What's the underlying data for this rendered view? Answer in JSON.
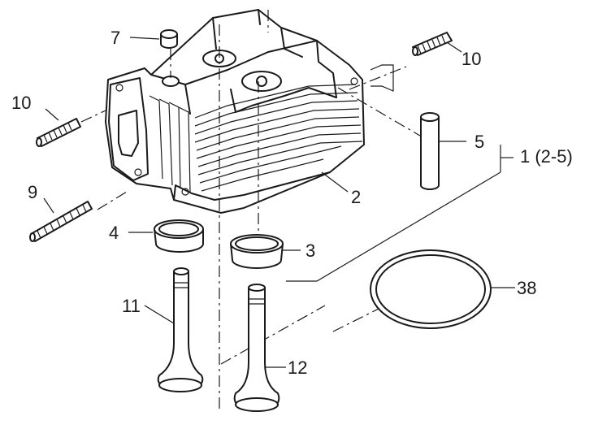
{
  "diagram": {
    "labels": {
      "l7": "7",
      "l10a": "10",
      "l10b": "10",
      "l5": "5",
      "l1": "1 (2-5)",
      "l9": "9",
      "l2": "2",
      "l4": "4",
      "l3": "3",
      "l38": "38",
      "l11": "11",
      "l12": "12"
    }
  }
}
